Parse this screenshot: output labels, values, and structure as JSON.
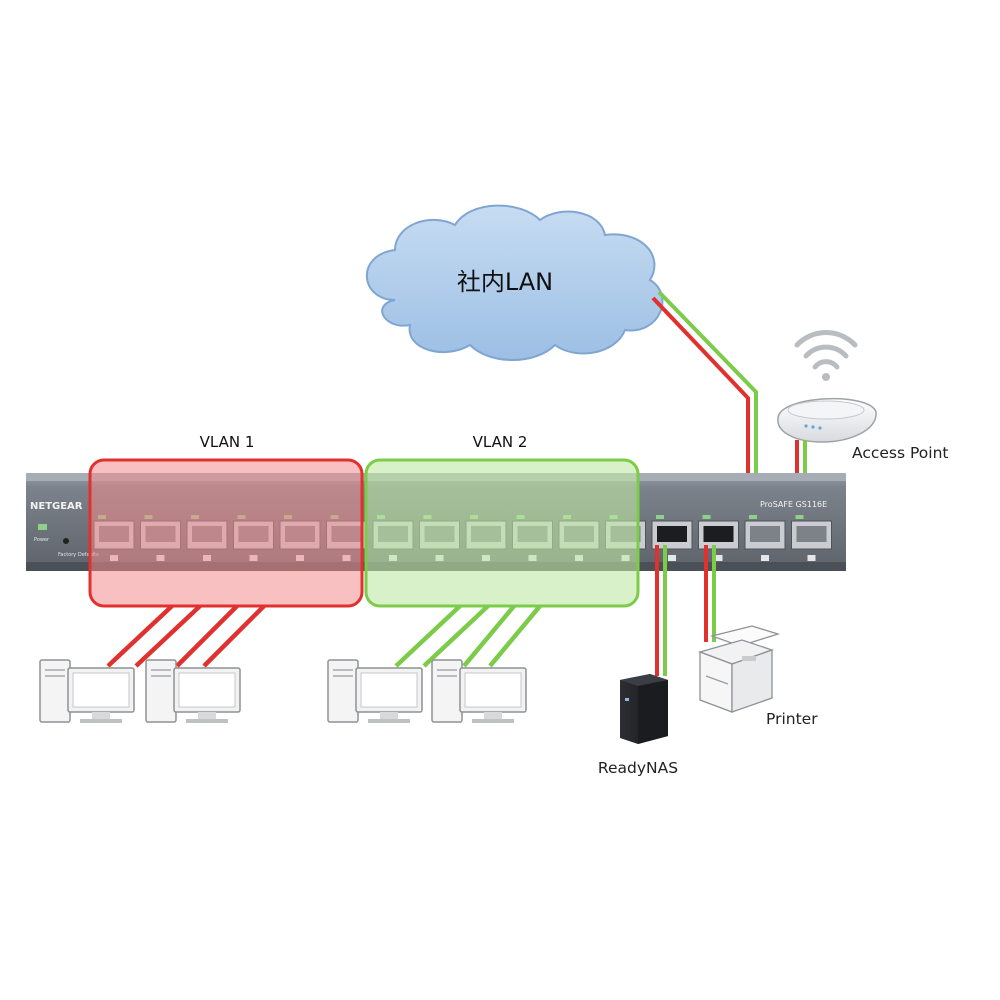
{
  "cloud": {
    "label": "社内LAN"
  },
  "vlans": [
    {
      "label": "VLAN 1",
      "color": "#e0312f",
      "fill": "#f4a6a6"
    },
    {
      "label": "VLAN 2",
      "color": "#7ccc4a",
      "fill": "#cdeeb6"
    }
  ],
  "switch": {
    "brand": "NETGEAR",
    "model": "ProSAFE GS116E",
    "power_label": "Power",
    "reset_label": "Factory Defaults",
    "port_count": 16,
    "body_color": "#6b7078"
  },
  "devices": {
    "access_point": "Access Point",
    "nas": "ReadyNAS",
    "printer": "Printer"
  },
  "cable_colors": {
    "red": "#e0312f",
    "green": "#7ccc4a"
  }
}
